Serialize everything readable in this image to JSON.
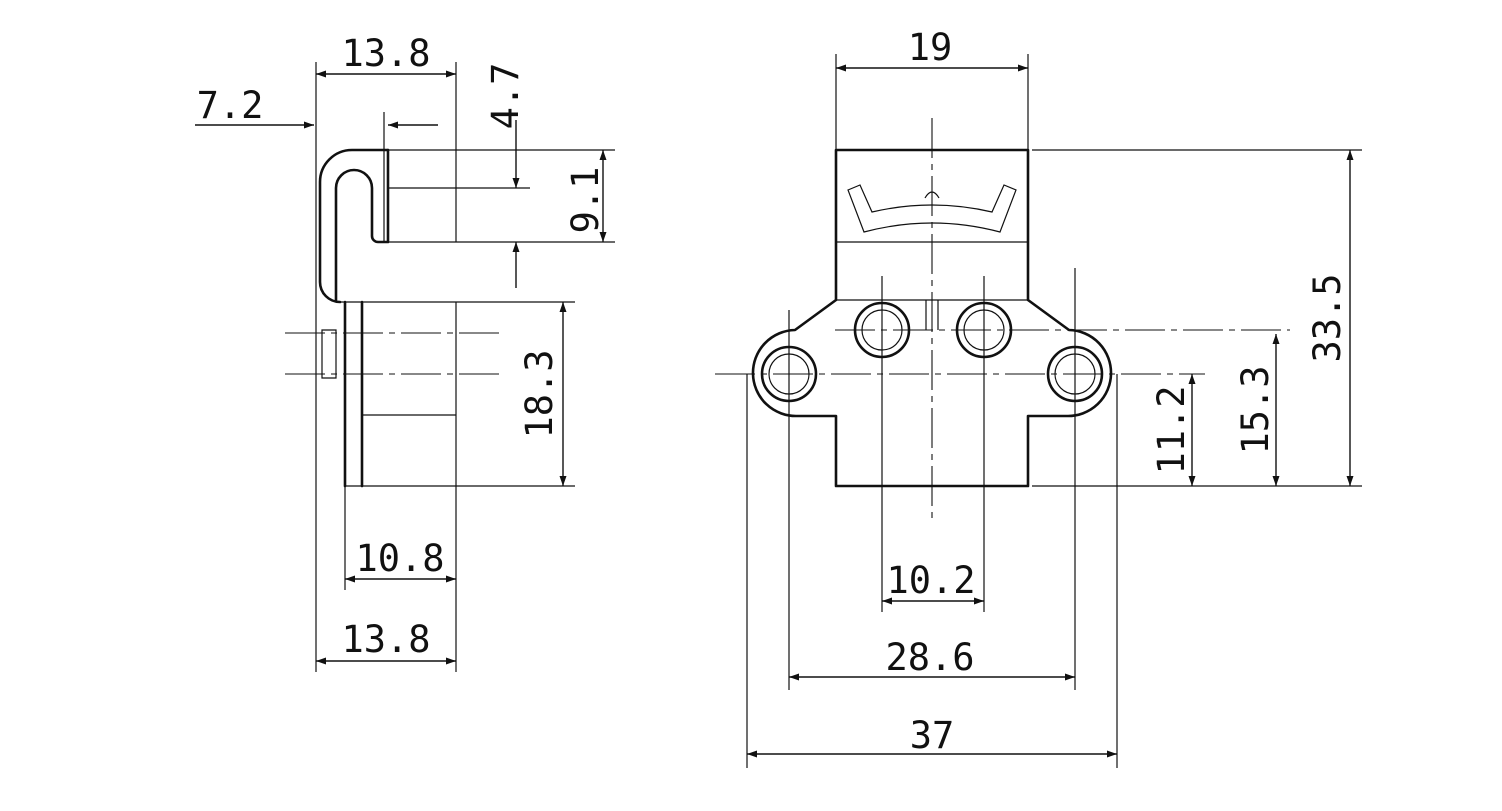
{
  "drawing": {
    "side_view": {
      "dims": {
        "top_width": "13.8",
        "pin_offset": "7.2",
        "hook_offset": "4.7",
        "hook_height": "9.1",
        "plate_height": "18.3",
        "inner_width": "10.8",
        "bottom_width": "13.8"
      }
    },
    "front_view": {
      "dims": {
        "top_width": "19",
        "total_height": "33.5",
        "lower_hole_height": "15.3",
        "outer_hole_height": "11.2",
        "inner_hole_spacing": "10.2",
        "outer_hole_spacing": "28.6",
        "overall_width": "37"
      }
    }
  }
}
